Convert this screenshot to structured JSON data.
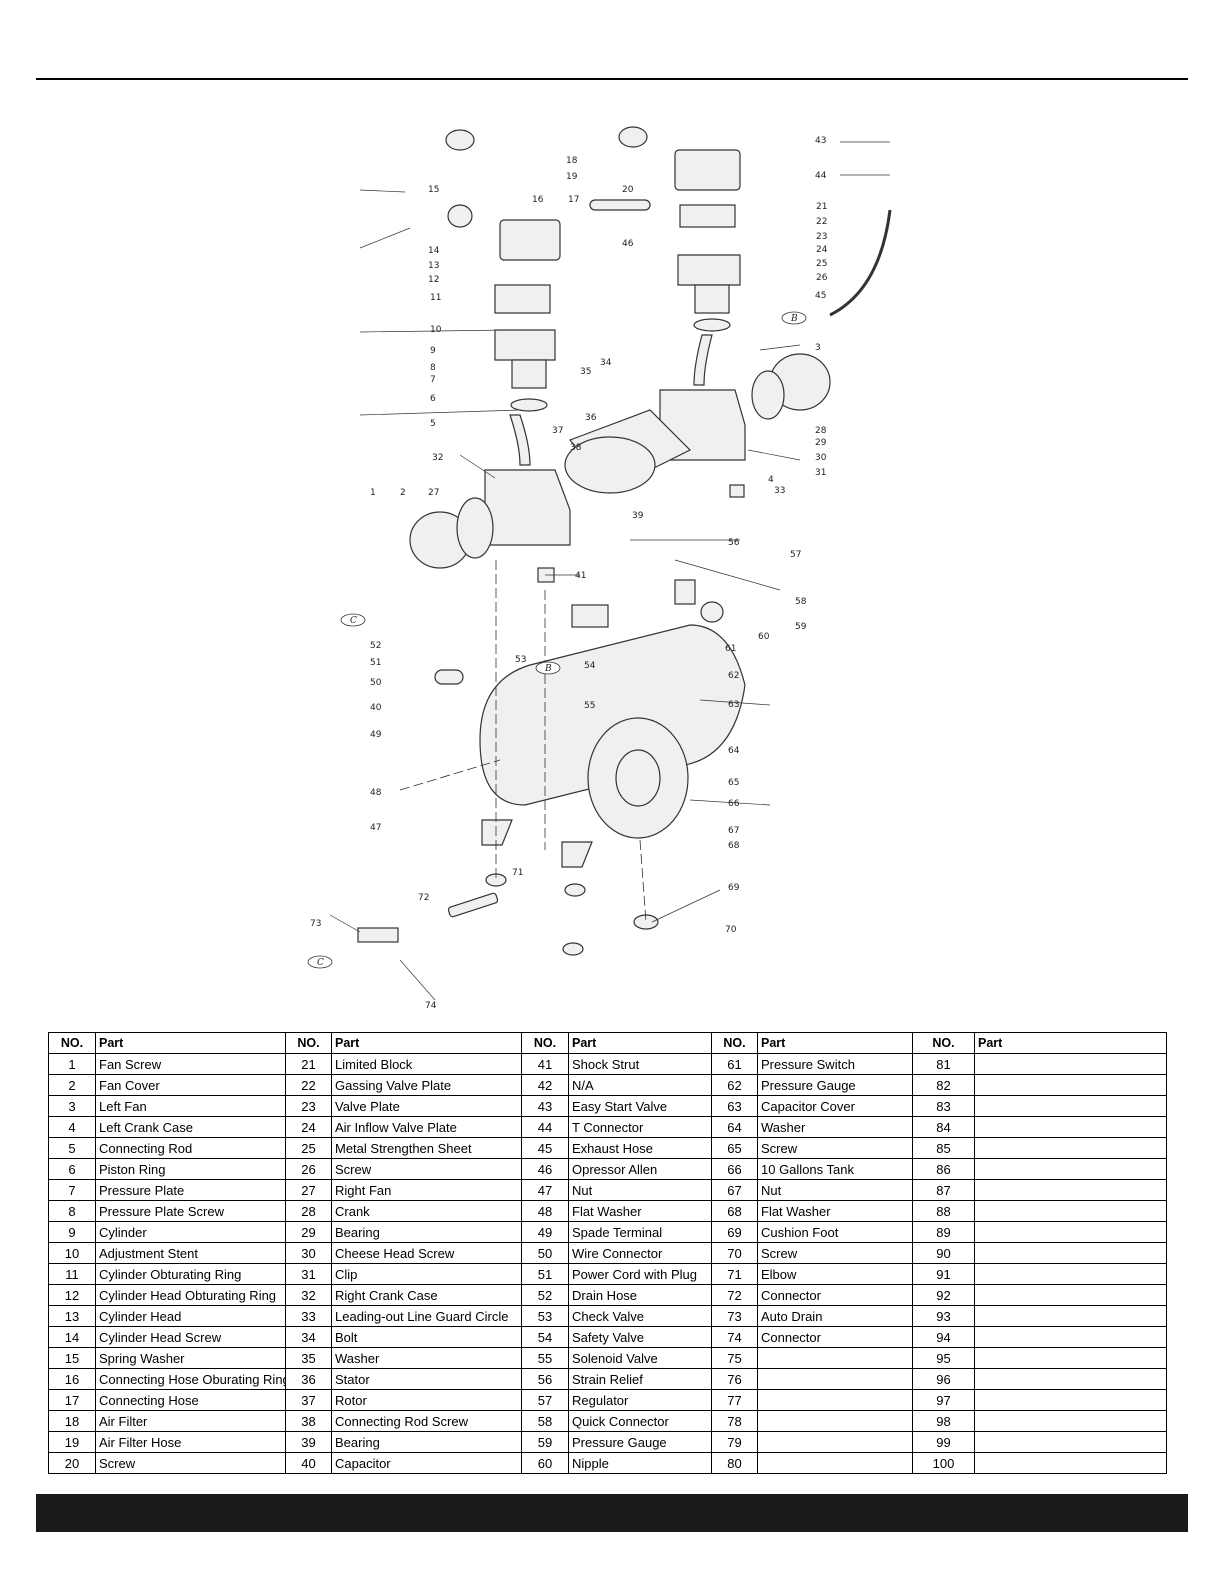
{
  "table": {
    "headers": [
      "NO.",
      "Part",
      "NO.",
      "Part",
      "NO.",
      "Part",
      "NO.",
      "Part",
      "NO.",
      "Part"
    ],
    "rows": [
      [
        "1",
        "Fan Screw",
        "21",
        "Limited Block",
        "41",
        "Shock Strut",
        "61",
        "Pressure Switch",
        "81",
        ""
      ],
      [
        "2",
        "Fan Cover",
        "22",
        "Gassing Valve Plate",
        "42",
        "N/A",
        "62",
        "Pressure Gauge",
        "82",
        ""
      ],
      [
        "3",
        "Left Fan",
        "23",
        "Valve Plate",
        "43",
        "Easy Start Valve",
        "63",
        "Capacitor Cover",
        "83",
        ""
      ],
      [
        "4",
        "Left Crank Case",
        "24",
        "Air Inflow Valve Plate",
        "44",
        "T Connector",
        "64",
        "Washer",
        "84",
        ""
      ],
      [
        "5",
        "Connecting Rod",
        "25",
        "Metal Strengthen Sheet",
        "45",
        "Exhaust Hose",
        "65",
        "Screw",
        "85",
        ""
      ],
      [
        "6",
        "Piston Ring",
        "26",
        "Screw",
        "46",
        "Opressor Allen",
        "66",
        "10 Gallons Tank",
        "86",
        ""
      ],
      [
        "7",
        "Pressure Plate",
        "27",
        "Right Fan",
        "47",
        "Nut",
        "67",
        "Nut",
        "87",
        ""
      ],
      [
        "8",
        "Pressure Plate Screw",
        "28",
        "Crank",
        "48",
        "Flat Washer",
        "68",
        "Flat Washer",
        "88",
        ""
      ],
      [
        "9",
        "Cylinder",
        "29",
        "Bearing",
        "49",
        "Spade Terminal",
        "69",
        "Cushion Foot",
        "89",
        ""
      ],
      [
        "10",
        "Adjustment Stent",
        "30",
        "Cheese Head Screw",
        "50",
        "Wire Connector",
        "70",
        "Screw",
        "90",
        ""
      ],
      [
        "11",
        "Cylinder Obturating Ring",
        "31",
        "Clip",
        "51",
        "Power Cord with Plug",
        "71",
        "Elbow",
        "91",
        ""
      ],
      [
        "12",
        "Cylinder Head Obturating Ring",
        "32",
        "Right Crank Case",
        "52",
        "Drain Hose",
        "72",
        "Connector",
        "92",
        ""
      ],
      [
        "13",
        "Cylinder Head",
        "33",
        "Leading-out Line Guard Circle",
        "53",
        "Check Valve",
        "73",
        "Auto Drain",
        "93",
        ""
      ],
      [
        "14",
        "Cylinder Head Screw",
        "34",
        "Bolt",
        "54",
        "Safety Valve",
        "74",
        "Connector",
        "94",
        ""
      ],
      [
        "15",
        "Spring Washer",
        "35",
        "Washer",
        "55",
        "Solenoid Valve",
        "75",
        "",
        "95",
        ""
      ],
      [
        "16",
        "Connecting Hose Oburating Ring",
        "36",
        "Stator",
        "56",
        "Strain Relief",
        "76",
        "",
        "96",
        ""
      ],
      [
        "17",
        "Connecting Hose",
        "37",
        "Rotor",
        "57",
        "Regulator",
        "77",
        "",
        "97",
        ""
      ],
      [
        "18",
        "Air Filter",
        "38",
        "Connecting Rod Screw",
        "58",
        "Quick Connector",
        "78",
        "",
        "98",
        ""
      ],
      [
        "19",
        "Air Filter Hose",
        "39",
        "Bearing",
        "59",
        "Pressure Gauge",
        "79",
        "",
        "99",
        ""
      ],
      [
        "20",
        "Screw",
        "40",
        "Capacitor",
        "60",
        "Nipple",
        "80",
        "",
        "100",
        ""
      ]
    ]
  },
  "diagram": {
    "callouts": [
      "1",
      "2",
      "3",
      "4",
      "5",
      "6",
      "7",
      "8",
      "9",
      "10",
      "11",
      "12",
      "13",
      "14",
      "15",
      "16",
      "17",
      "18",
      "19",
      "20",
      "21",
      "22",
      "23",
      "24",
      "25",
      "26",
      "27",
      "28",
      "29",
      "30",
      "31",
      "32",
      "33",
      "34",
      "35",
      "36",
      "37",
      "38",
      "39",
      "40",
      "41",
      "43",
      "44",
      "45",
      "46",
      "47",
      "48",
      "49",
      "50",
      "51",
      "52",
      "53",
      "54",
      "55",
      "56",
      "57",
      "58",
      "59",
      "60",
      "61",
      "62",
      "63",
      "64",
      "65",
      "66",
      "67",
      "68",
      "69",
      "70",
      "71",
      "72",
      "73",
      "74"
    ],
    "connector_markers": [
      "B",
      "B",
      "C",
      "C"
    ]
  }
}
